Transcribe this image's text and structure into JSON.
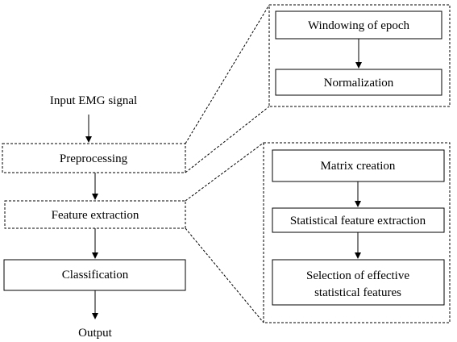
{
  "main_flow": {
    "input_label": "Input EMG signal",
    "preprocessing_label": "Preprocessing",
    "feature_extraction_label": "Feature extraction",
    "classification_label": "Classification",
    "output_label": "Output"
  },
  "preprocessing_detail": {
    "windowing_label": "Windowing of epoch",
    "normalization_label": "Normalization"
  },
  "feature_extraction_detail": {
    "matrix_creation_label": "Matrix creation",
    "statistical_extraction_label": "Statistical feature extraction",
    "selection_line1": "Selection of effective",
    "selection_line2": "statistical features"
  },
  "colors": {
    "stroke": "#000000",
    "background": "#ffffff"
  }
}
